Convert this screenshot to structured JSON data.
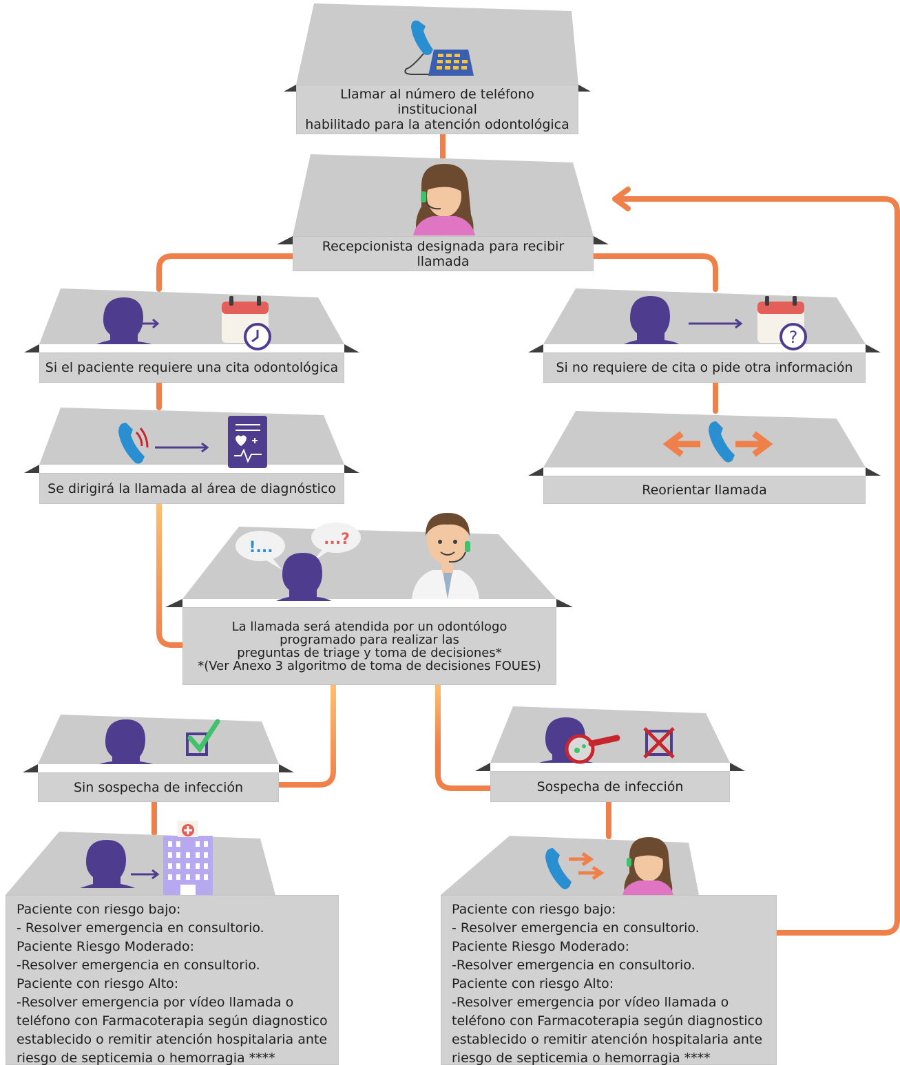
{
  "colors": {
    "connector": "#f0804a",
    "connector_light": "#fbbf6e",
    "panel": "#cbcbcb",
    "label_bg": "#d1d1d1",
    "shadow": "#3d3d3d",
    "purple": "#4e3d8f",
    "phone_blue": "#2a8fd1",
    "orange_arrow": "#f0804a",
    "check_green": "#3ec26a",
    "cross_red": "#c8262f"
  },
  "nodes": {
    "call": {
      "text": [
        "Llamar al número de teléfono institucional",
        "habilitado para la atención odontológica"
      ],
      "icons": [
        "phone-icon",
        "keypad-icon"
      ]
    },
    "receptionist": {
      "text": "Recepcionista designada para recibir llamada",
      "icons": [
        "receptionist-headset-icon"
      ]
    },
    "needs_appointment": {
      "text": "Si el paciente requiere una cita odontológica",
      "icons": [
        "person-head-icon",
        "arrow-right-icon",
        "calendar-clock-icon"
      ]
    },
    "no_appointment": {
      "text": "Si no requiere de cita o pide otra información",
      "icons": [
        "person-head-icon",
        "arrow-right-icon",
        "calendar-question-icon"
      ]
    },
    "diagnosis": {
      "text": "Se dirigirá la llamada al área de diagnóstico",
      "icons": [
        "ringing-phone-icon",
        "arrow-right-icon",
        "medical-chart-icon"
      ]
    },
    "reorient": {
      "text": "Reorientar llamada",
      "icons": [
        "arrow-left-icon",
        "phone-icon",
        "arrow-right-icon"
      ]
    },
    "triage": {
      "text": [
        "La llamada será atendida por un odontólogo",
        "programado para realizar las",
        "preguntas de triage y toma de decisiones*",
        "*(Ver Anexo 3 algoritmo de toma de decisiones FOUES)"
      ],
      "icons": [
        "speech-bubble-exclamation-icon",
        "speech-bubble-question-icon",
        "person-head-icon",
        "dentist-headset-icon"
      ],
      "bubble_1": "!...",
      "bubble_2": "...?"
    },
    "no_infection": {
      "text": "Sin sospecha de infección",
      "icons": [
        "person-head-icon",
        "checked-box-icon"
      ]
    },
    "infection": {
      "text": "Sospecha de infección",
      "icons": [
        "person-head-icon",
        "magnifier-virus-icon",
        "crossed-box-icon"
      ]
    },
    "outcome_left": {
      "lines": [
        "Paciente con riesgo bajo:",
        "- Resolver emergencia en consultorio.",
        "Paciente Riesgo Moderado:",
        "-Resolver emergencia en consultorio.",
        "Paciente con riesgo Alto:",
        "-Resolver emergencia por vídeo llamada o",
        "teléfono con Farmacoterapia según diagnostico",
        "establecido o remitir atención hospitalaria ante",
        "riesgo de septicemia o hemorragia ****"
      ],
      "icons": [
        "person-head-icon",
        "arrow-right-icon",
        "hospital-icon"
      ]
    },
    "outcome_right": {
      "lines": [
        "Paciente con riesgo bajo:",
        "- Resolver emergencia en consultorio.",
        "Paciente Riesgo Moderado:",
        "-Resolver emergencia en consultorio.",
        "Paciente con riesgo Alto:",
        "-Resolver emergencia por vídeo llamada o",
        "teléfono con Farmacoterapia según diagnostico",
        "establecido o remitir atención hospitalaria ante",
        "riesgo de septicemia o hemorragia ****"
      ],
      "icons": [
        "phone-icon",
        "double-arrow-right-icon",
        "receptionist-headset-icon"
      ]
    }
  }
}
